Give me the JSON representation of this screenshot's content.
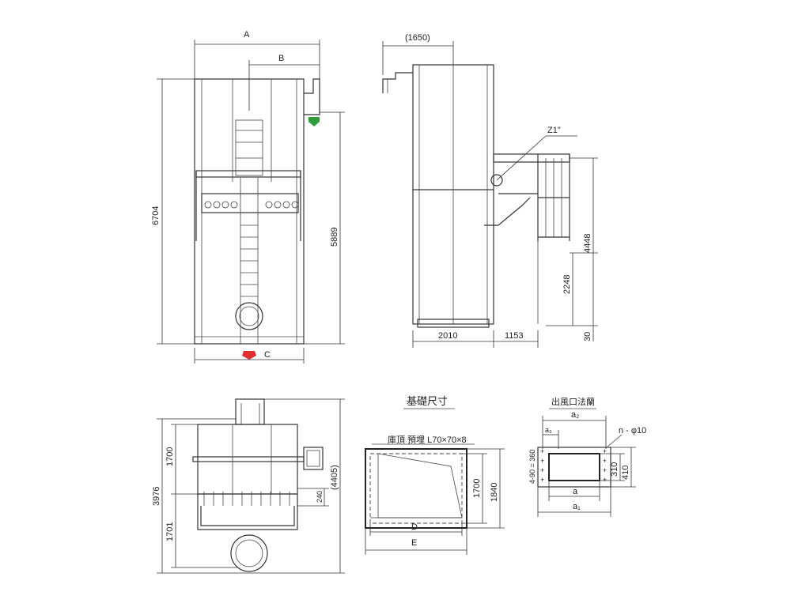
{
  "main_view": {
    "dim_A": "A",
    "dim_B": "B",
    "dim_C": "C",
    "height_total": "6704",
    "height_outlet": "5889",
    "marker_outlet_color": "#2e9e3a",
    "marker_inlet_color": "#e03030"
  },
  "side_view": {
    "dim_top": "(1650)",
    "pipe_label": "Z1\"",
    "height_4448": "4448",
    "height_2248": "2248",
    "height_30": "30",
    "width_2010": "2010",
    "width_1153": "1153"
  },
  "plan_view": {
    "dim_1700": "1700",
    "dim_3976": "3976",
    "dim_1701": "1701",
    "dim_240": "240",
    "dim_4405": "(4405)"
  },
  "foundation": {
    "title": "基礎尺寸",
    "note": "庫頂 預埋  L70×70×8",
    "dim_1700": "1700",
    "dim_1840": "1840",
    "dim_D": "D",
    "dim_E": "E"
  },
  "flange": {
    "title": "出風口法蘭",
    "dim_a2": "a₂",
    "dim_a3": "a₃",
    "holes": "n - φ10",
    "dim_spacing": "4-90 = 360",
    "dim_310": "310",
    "dim_410": "410",
    "dim_a": "a",
    "dim_a1": "a₁"
  }
}
